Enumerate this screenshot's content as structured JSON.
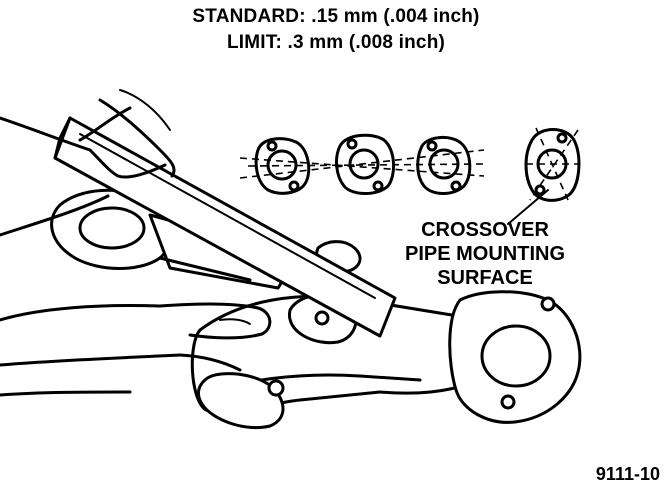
{
  "header": {
    "standard": "STANDARD: .15 mm (.004 inch)",
    "limit": "LIMIT: .3 mm (.008 inch)"
  },
  "callout": {
    "line1": "CROSSOVER",
    "line2": "PIPE MOUNTING",
    "line3": "SURFACE"
  },
  "figure_number": "9111-10"
}
